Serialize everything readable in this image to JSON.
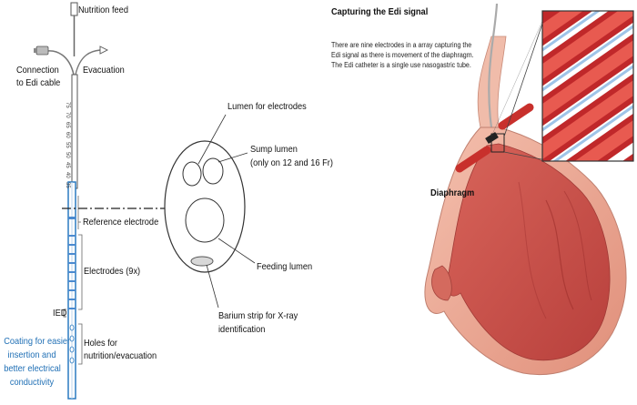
{
  "catheter": {
    "nutrition_feed": "Nutrition feed",
    "connection_line1": "Connection",
    "connection_line2": "to Edi cable",
    "evacuation": "Evacuation",
    "reference_electrode": "Reference electrode",
    "electrodes": "Electrodes (9x)",
    "ied": "IED",
    "holes_line1": "Holes for",
    "holes_line2": "nutrition/evacuation",
    "coating_line1": "Coating for easier",
    "coating_line2": "insertion and",
    "coating_line3": "better electrical",
    "coating_line4": "conductivity",
    "scale_marks": [
      "75",
      "70",
      "65",
      "60",
      "55",
      "50",
      "45",
      "40",
      "35"
    ]
  },
  "cross_section": {
    "lumen_electrodes": "Lumen for electrodes",
    "sump_line1": "Sump lumen",
    "sump_line2": "(only on 12 and 16 Fr)",
    "feeding_lumen": "Feeding lumen",
    "barium_line1": "Barium strip for X-ray",
    "barium_line2": "identification"
  },
  "stomach": {
    "title": "Capturing the Edi signal",
    "desc_line1": "There are nine electrodes in a array capturing the",
    "desc_line2": "Edi signal as there is movement of the  diaphragm.",
    "desc_line3": "The Edi catheter is a single use nasogastric tube.",
    "diaphragm": "Diaphragm"
  },
  "colors": {
    "coating_blue": "#1f6fb5",
    "stomach_outer": "#e8a08c",
    "stomach_inner": "#c8504a",
    "muscle_red": "#c0282a"
  }
}
